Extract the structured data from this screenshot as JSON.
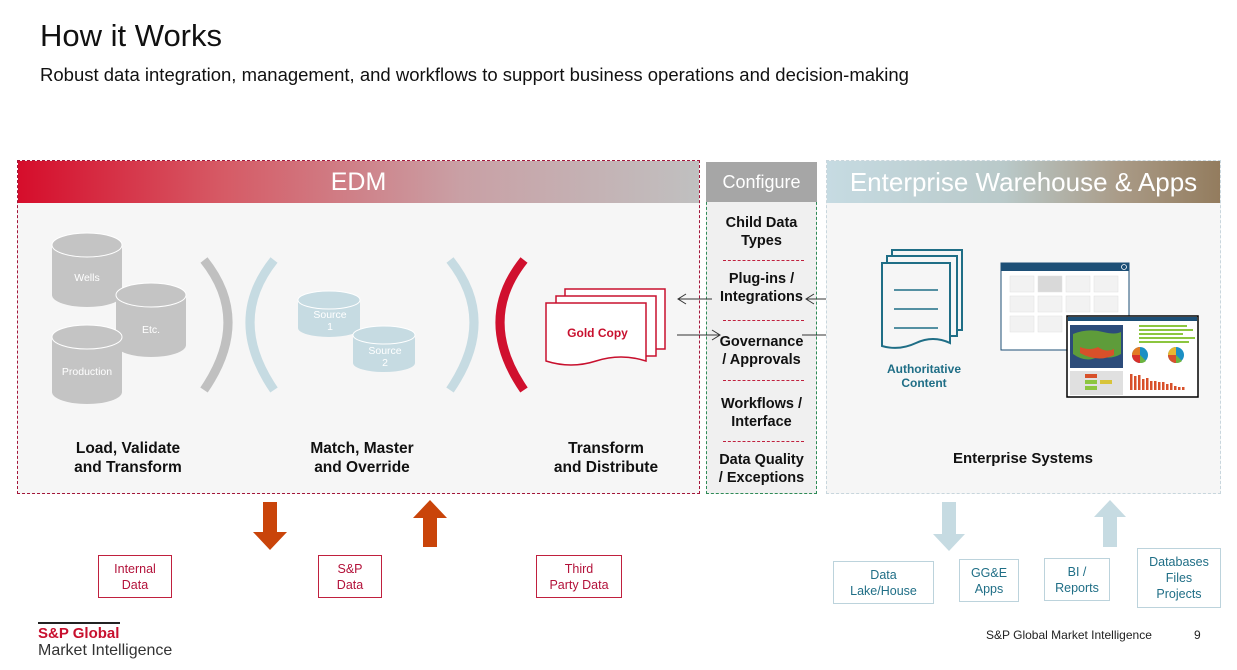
{
  "slide": {
    "title": "How it Works",
    "subtitle": "Robust data integration, management,  and workflows to support business operations and decision-making"
  },
  "edm": {
    "header": "EDM",
    "databases": [
      "Wells",
      "Etc.",
      "Production"
    ],
    "sources": [
      {
        "line1": "Source",
        "line2": "1"
      },
      {
        "line1": "Source",
        "line2": "2"
      }
    ],
    "gold_copy": "Gold  Copy",
    "steps": [
      {
        "line1": "Load, Validate",
        "line2": "and Transform"
      },
      {
        "line1": "Match, Master",
        "line2": "and Override"
      },
      {
        "line1": "Transform",
        "line2": "and Distribute"
      }
    ]
  },
  "configure": {
    "header": "Configure",
    "items": [
      {
        "line1": "Child Data",
        "line2": "Types"
      },
      {
        "line1": "Plug-ins /",
        "line2": "Integrations"
      },
      {
        "line1": "Governance",
        "line2": "/ Approvals"
      },
      {
        "line1": "Workflows /",
        "line2": "Interface"
      },
      {
        "line1": "Data Quality",
        "line2": "/ Exceptions"
      }
    ]
  },
  "enterprise": {
    "header": "Enterprise Warehouse & Apps",
    "authoritative": {
      "line1": "Authoritative",
      "line2": "Content"
    },
    "systems_label": "Enterprise Systems"
  },
  "data_sources": [
    {
      "line1": "Internal",
      "line2": "Data"
    },
    {
      "line1": "S&P",
      "line2": "Data"
    },
    {
      "line1": "Third",
      "line2": "Party Data"
    }
  ],
  "destinations": [
    {
      "line1": "Data",
      "line2": "Lake/House"
    },
    {
      "line1": "GG&E",
      "line2": "Apps"
    },
    {
      "line1": "BI /",
      "line2": "Reports"
    },
    {
      "line1": "Databases",
      "line2": "Files",
      "line3": "Projects"
    }
  ],
  "footer": {
    "logo_line1": "S&P Global",
    "logo_line2": "Market Intelligence",
    "company": "S&P Global Market Intelligence",
    "page_number": "9"
  },
  "colors": {
    "brand_red": "#c8102e",
    "edm_border": "#a3163a",
    "teal_text": "#1f6e86",
    "orange_arrow": "#c9440a",
    "light_blue": "#c6dbe2",
    "config_border": "#2e8b57"
  }
}
